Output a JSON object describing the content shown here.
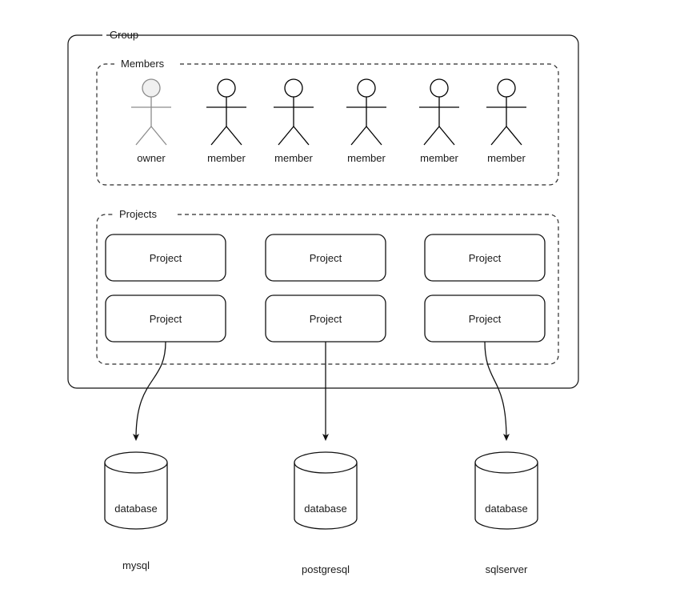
{
  "diagram": {
    "title": "Group",
    "groups": {
      "group_label": "Group",
      "members_label": "Members",
      "projects_label": "Projects"
    },
    "members": [
      {
        "label": "owner",
        "role": "owner",
        "icon": "stick-figure-icon",
        "color": "#8c8c8c",
        "head_fill": "#f0f0f0"
      },
      {
        "label": "member",
        "role": "member",
        "icon": "stick-figure-icon",
        "color": "#000000",
        "head_fill": "#ffffff"
      },
      {
        "label": "member",
        "role": "member",
        "icon": "stick-figure-icon",
        "color": "#000000",
        "head_fill": "#ffffff"
      },
      {
        "label": "member",
        "role": "member",
        "icon": "stick-figure-icon",
        "color": "#000000",
        "head_fill": "#ffffff"
      },
      {
        "label": "member",
        "role": "member",
        "icon": "stick-figure-icon",
        "color": "#000000",
        "head_fill": "#ffffff"
      },
      {
        "label": "member",
        "role": "member",
        "icon": "stick-figure-icon",
        "color": "#000000",
        "head_fill": "#ffffff"
      }
    ],
    "projects": [
      {
        "label": "Project",
        "row": 0,
        "col": 0
      },
      {
        "label": "Project",
        "row": 0,
        "col": 1
      },
      {
        "label": "Project",
        "row": 0,
        "col": 2
      },
      {
        "label": "Project",
        "row": 1,
        "col": 0
      },
      {
        "label": "Project",
        "row": 1,
        "col": 1
      },
      {
        "label": "Project",
        "row": 1,
        "col": 2
      }
    ],
    "databases": [
      {
        "inner_label": "database",
        "name": "mysql",
        "icon": "cylinder-icon"
      },
      {
        "inner_label": "database",
        "name": "postgresql",
        "icon": "cylinder-icon"
      },
      {
        "inner_label": "database",
        "name": "sqlserver",
        "icon": "cylinder-icon"
      }
    ],
    "connectors": [
      {
        "from": "project-row1-col0",
        "to": "mysql",
        "style": "curved-left",
        "arrow": "arrow-head-icon"
      },
      {
        "from": "project-row1-col1",
        "to": "postgresql",
        "style": "straight",
        "arrow": "arrow-head-icon"
      },
      {
        "from": "project-row1-col2",
        "to": "sqlserver",
        "style": "curved-right",
        "arrow": "arrow-head-icon"
      }
    ],
    "colors": {
      "stroke": "#000000",
      "owner_stroke": "#8c8c8c",
      "text": "#1a1a1a",
      "background": "#ffffff",
      "owner_head_fill": "#f0f0f0"
    }
  }
}
